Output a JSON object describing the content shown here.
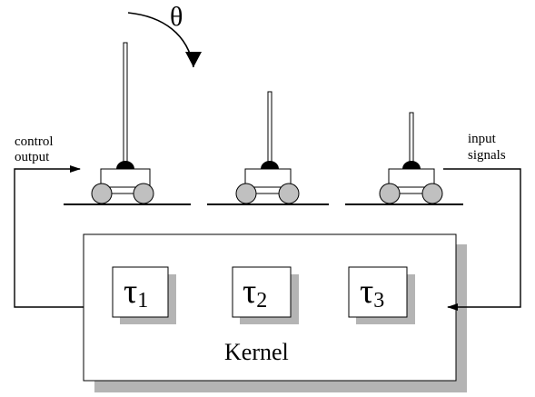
{
  "diagram": {
    "theta_label": "θ",
    "control_output_label": [
      "control",
      "output"
    ],
    "input_signals_label": [
      "input",
      "signals"
    ],
    "kernel_label": "Kernel",
    "tasks": [
      {
        "symbol": "τ",
        "subscript": "1"
      },
      {
        "symbol": "τ",
        "subscript": "2"
      },
      {
        "symbol": "τ",
        "subscript": "3"
      }
    ],
    "colors": {
      "shadow": "#b4b4b4",
      "wheel": "#c0c0c0",
      "rod": "#ffffff",
      "outline": "#000000"
    }
  }
}
